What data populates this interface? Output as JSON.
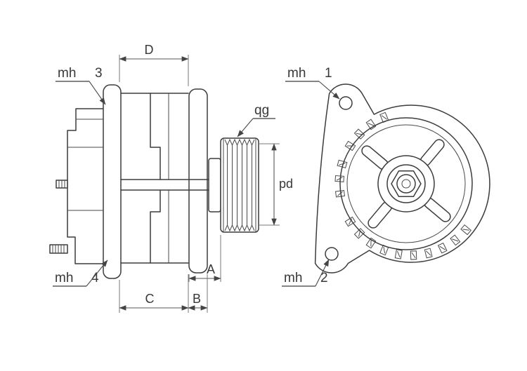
{
  "colors": {
    "background": "#ffffff",
    "line": "#3c3c3c",
    "dim_line": "#555555"
  },
  "dimensions": {
    "D": "D",
    "C": "C",
    "B": "B",
    "A": "A",
    "pd": "pd"
  },
  "callouts": {
    "qg": "qg",
    "mh": "mh",
    "mh1_num": "1",
    "mh2_num": "2",
    "mh3_num": "3",
    "mh4_num": "4"
  }
}
